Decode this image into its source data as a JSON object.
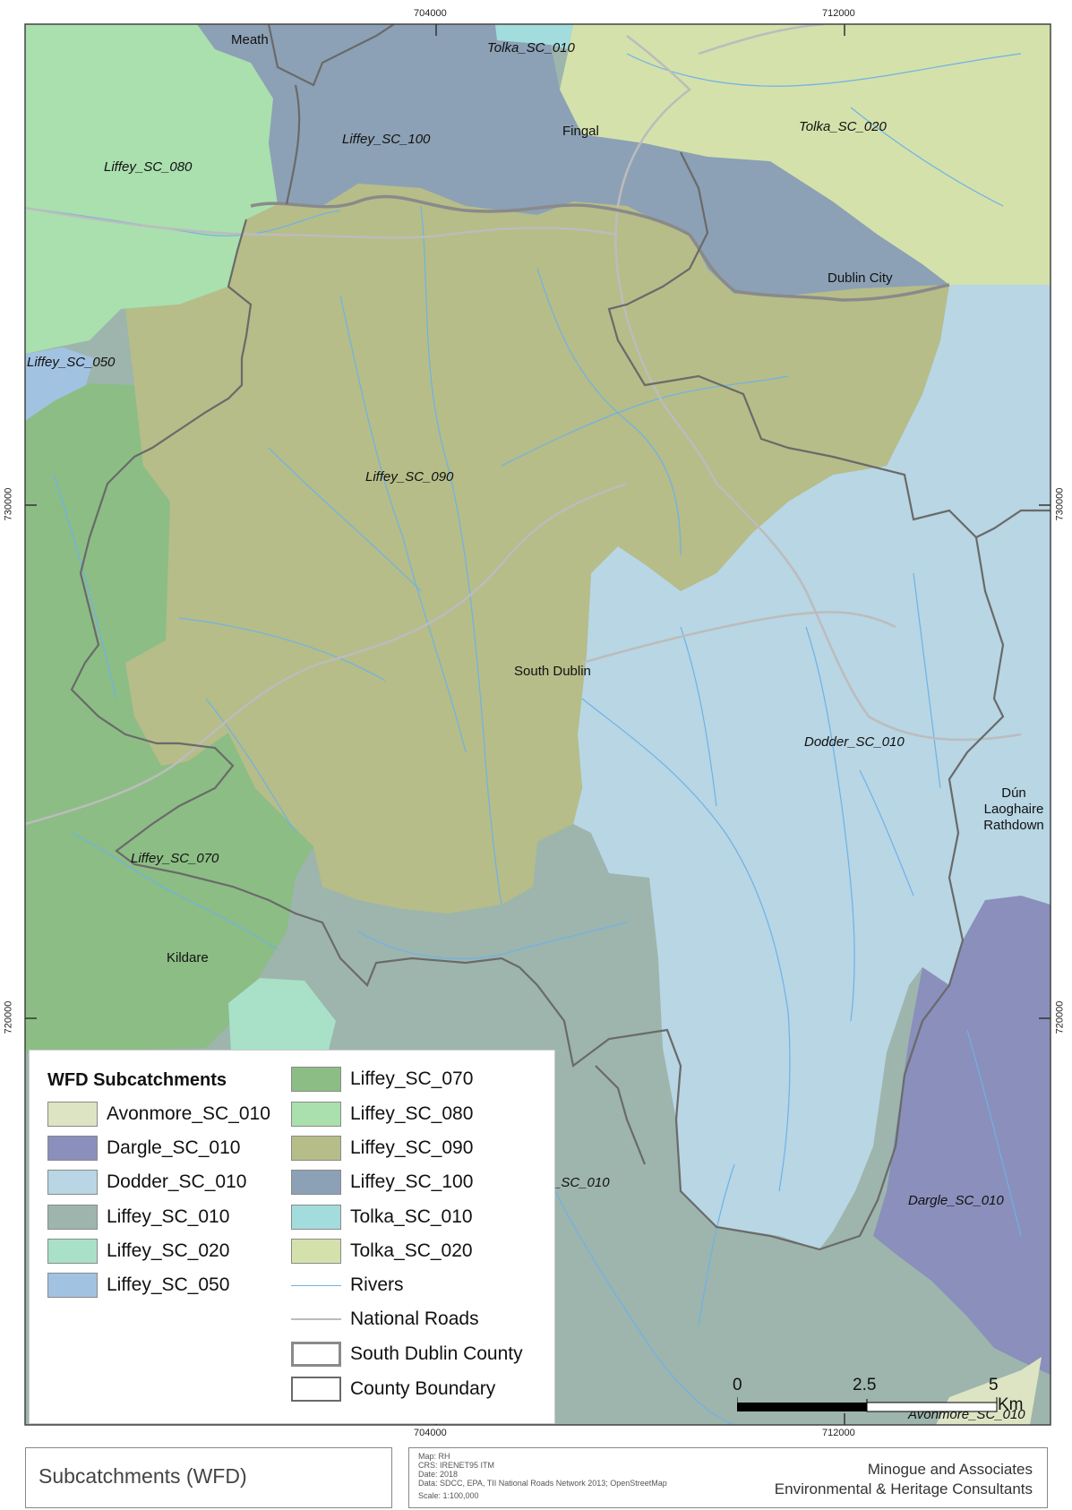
{
  "map": {
    "coords": {
      "top_x": [
        "704000",
        "712000"
      ],
      "bottom_x": [
        "704000",
        "712000"
      ],
      "left_y": [
        "730000",
        "720000"
      ],
      "right_y": [
        "730000",
        "720000"
      ]
    },
    "area_labels": {
      "meath": "Meath",
      "fingal": "Fingal",
      "dublin_city": "Dublin City",
      "south_dublin": "South Dublin",
      "kildare": "Kildare",
      "dun_laoghaire_1": "Dún",
      "dun_laoghaire_2": "Laoghaire",
      "dun_laoghaire_3": "Rathdown"
    },
    "subcatchment_labels": {
      "tolka_010": "Tolka_SC_010",
      "tolka_020": "Tolka_SC_020",
      "liffey_100": "Liffey_SC_100",
      "liffey_080": "Liffey_SC_080",
      "liffey_050": "Liffey_SC_050",
      "liffey_090": "Liffey_SC_090",
      "liffey_070": "Liffey_SC_070",
      "dodder_010": "Dodder_SC_010",
      "dargle_010": "Dargle_SC_010",
      "avonmore_010": "Avonmore_SC_010",
      "liffey_010_partial": "_SC_010"
    },
    "colors": {
      "avonmore": "#dde4c3",
      "dargle": "#8a8fbc",
      "dodder": "#b8d6e4",
      "liffey_010": "#9db5ad",
      "liffey_020": "#a9e0c8",
      "liffey_050": "#a2c2e2",
      "liffey_070": "#8cbd85",
      "liffey_080": "#aadfae",
      "liffey_090": "#b6bd88",
      "liffey_100": "#8ca1b5",
      "tolka_010": "#a3dcdc",
      "tolka_020": "#d4e1ab",
      "rivers": "#6fb2e6",
      "roads": "#bcbcbc",
      "south_dublin_boundary": "#8a8a8a",
      "county_boundary": "#6a6a6a"
    }
  },
  "legend": {
    "title": "WFD Subcatchments",
    "items_col1": [
      {
        "label": "Avonmore_SC_010",
        "color": "#dde4c3"
      },
      {
        "label": "Dargle_SC_010",
        "color": "#8a8fbc"
      },
      {
        "label": "Dodder_SC_010",
        "color": "#b8d6e4"
      },
      {
        "label": "Liffey_SC_010",
        "color": "#9db5ad"
      },
      {
        "label": "Liffey_SC_020",
        "color": "#a9e0c8"
      },
      {
        "label": "Liffey_SC_050",
        "color": "#a2c2e2"
      }
    ],
    "items_col2": [
      {
        "label": "Liffey_SC_070",
        "color": "#8cbd85"
      },
      {
        "label": "Liffey_SC_080",
        "color": "#aadfae"
      },
      {
        "label": "Liffey_SC_090",
        "color": "#b6bd88"
      },
      {
        "label": "Liffey_SC_100",
        "color": "#8ca1b5"
      },
      {
        "label": "Tolka_SC_010",
        "color": "#a3dcdc"
      },
      {
        "label": "Tolka_SC_020",
        "color": "#d4e1ab"
      }
    ],
    "rivers": "Rivers",
    "roads": "National Roads",
    "south_dublin_county": "South Dublin County",
    "county_boundary": "County Boundary"
  },
  "scalebar": {
    "t0": "0",
    "t1": "2.5",
    "t2": "5",
    "unit": "Km"
  },
  "footer": {
    "title": "Subcatchments (WFD)",
    "meta_lines": [
      "Map: RH",
      "CRS: IRENET95 ITM",
      "Date: 2018",
      "Data: SDCC, EPA, TII National Roads Network 2013; OpenStreetMap",
      "Scale: 1:100,000"
    ],
    "firm_line1": "Minogue and Associates",
    "firm_line2": "Environmental & Heritage Consultants"
  }
}
